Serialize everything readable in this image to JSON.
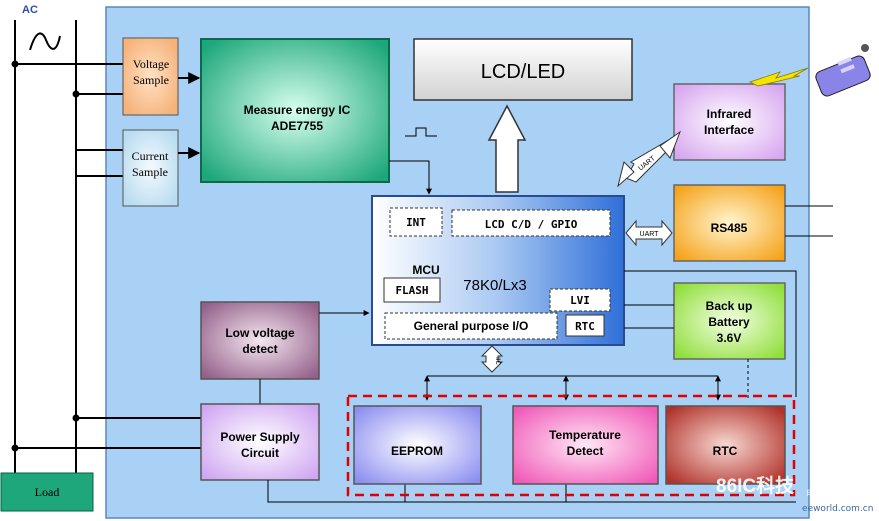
{
  "colors": {
    "board": "#a9d0f5",
    "accent_dashed": "#e00000",
    "ac_label": "#2b4fa8"
  },
  "labels": {
    "ac": "AC",
    "voltage_sample": [
      "Voltage",
      "Sample"
    ],
    "current_sample": [
      "Current",
      "Sample"
    ],
    "measure_ic": [
      "Measure energy IC",
      "ADE7755"
    ],
    "lcd": "LCD/LED",
    "infrared": [
      "Infrared",
      "Interface"
    ],
    "rs485": "RS485",
    "battery": [
      "Back up",
      "Battery",
      "3.6V"
    ],
    "mcu_tag": "MCU",
    "mcu_name": "78K0/Lx3",
    "int": "INT",
    "lcd_gpio": "LCD C/D / GPIO",
    "flash": "FLASH",
    "lvi": "LVI",
    "gpio": "General purpose I/O",
    "rtc_small": "RTC",
    "low_voltage": [
      "Low voltage",
      "detect"
    ],
    "power_supply": [
      "Power Supply",
      "Circuit"
    ],
    "eeprom": "EEPROM",
    "temperature": [
      "Temperature",
      "Detect"
    ],
    "rtc": "RTC",
    "load": "Load",
    "uart1": "UART",
    "uart2": "UART",
    "i2c": "IIC",
    "watermark1": "86IC科技",
    "watermark2": "电子工程世界",
    "watermark3": "eeworld.com.cn"
  }
}
